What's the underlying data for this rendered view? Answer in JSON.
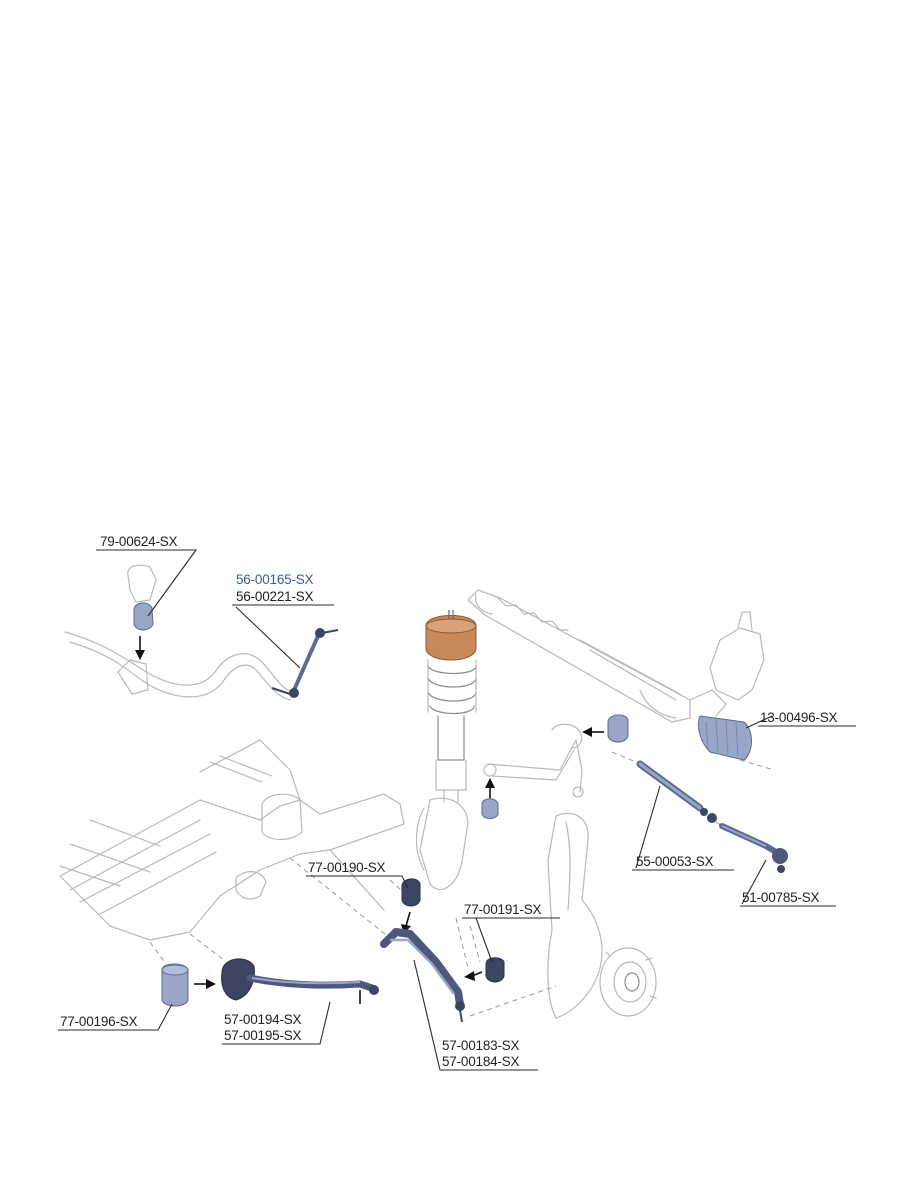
{
  "parts": {
    "sway_bar_bushing": "79-00624-SX",
    "sway_bar_link_a": "56-00165-SX",
    "sway_bar_link_b": "56-00221-SX",
    "steering_rack_boot": "13-00496-SX",
    "inner_tie_rod": "55-00053-SX",
    "outer_tie_rod": "51-00785-SX",
    "upper_bushing_left": "77-00190-SX",
    "upper_bushing_right": "77-00191-SX",
    "lower_arm_bushing": "77-00196-SX",
    "lower_control_arm_a": "57-00194-SX",
    "lower_control_arm_b": "57-00195-SX",
    "front_control_arm_a": "57-00183-SX",
    "front_control_arm_b": "57-00184-SX"
  },
  "colors": {
    "highlight_part": "#9aa6c8",
    "highlight_part_dark": "#5d6a92",
    "spring_pad": "#c98a5a",
    "sketch_line": "#b9b9b9",
    "label_text": "#222222",
    "label_blue": "#3a5a9a"
  }
}
